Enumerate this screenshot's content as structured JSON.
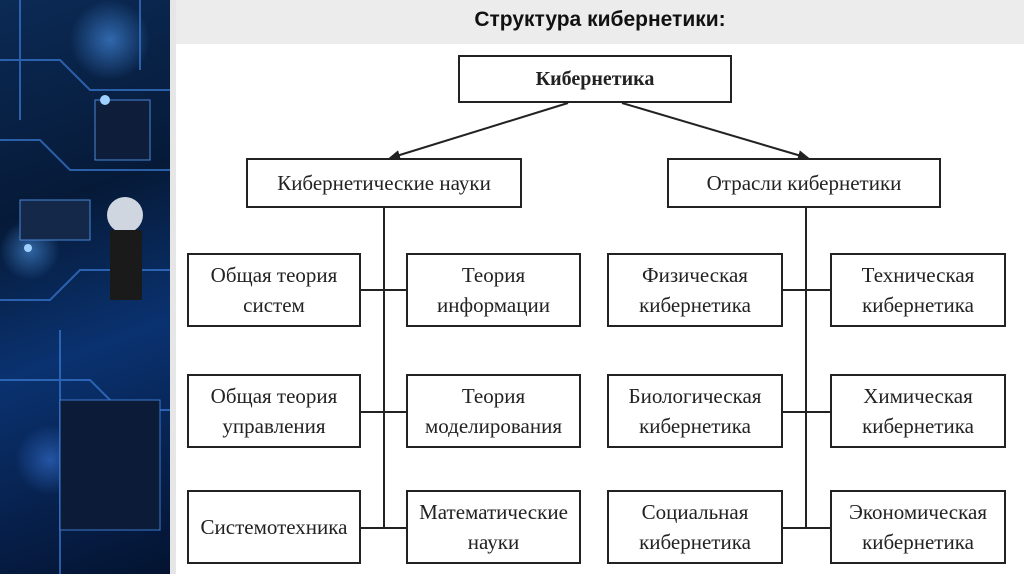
{
  "title": "Структура кибернетики:",
  "diagram": {
    "root": "Кибернетика",
    "branches": [
      {
        "label": "Кибернетические науки",
        "left": [
          "Общая теория\nсистем",
          "Общая теория\nуправления",
          "Системотехника"
        ],
        "right": [
          "Теория\nинформации",
          "Теория\nмоделирования",
          "Математические\nнауки"
        ]
      },
      {
        "label": "Отрасли кибернетики",
        "left": [
          "Физическая\nкибернетика",
          "Биологическая\nкибернетика",
          "Социальная\nкибернетика"
        ],
        "right": [
          "Техническая\nкибернетика",
          "Химическая\nкибернетика",
          "Экономическая\nкибернетика"
        ]
      }
    ]
  },
  "colors": {
    "line": "#222222",
    "left_panel": "#0a2a5c"
  }
}
